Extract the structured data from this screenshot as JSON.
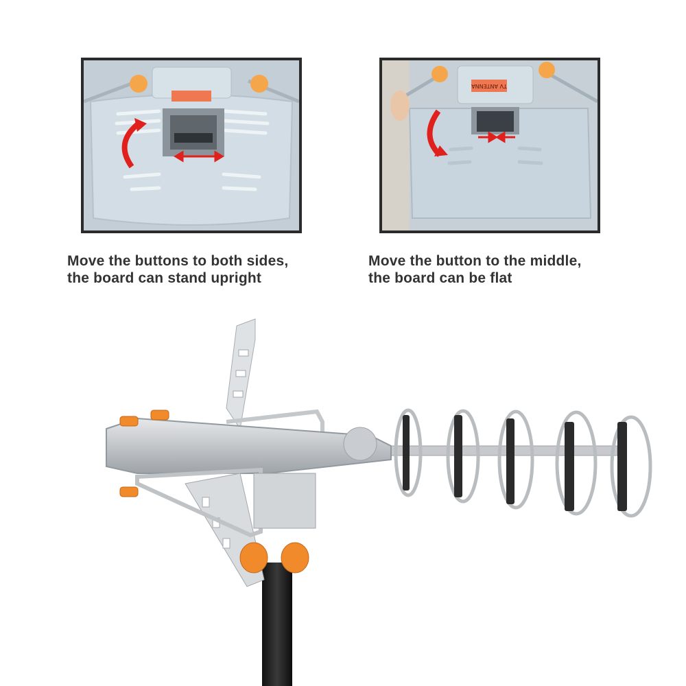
{
  "panels": [
    {
      "caption_line1": "Move the buttons to both sides,",
      "caption_line2": "the board can stand upright"
    },
    {
      "caption_line1": "Move the button to the middle,",
      "caption_line2": "the board can be flat",
      "label_text": "TV ANTENNA"
    }
  ],
  "colors": {
    "accent_orange": "#f08a2a",
    "arrow_red": "#e0201c",
    "panel_border": "#2b2b2b",
    "plastic_blue_gray": "#c7d3dc",
    "caption_text": "#333333"
  }
}
